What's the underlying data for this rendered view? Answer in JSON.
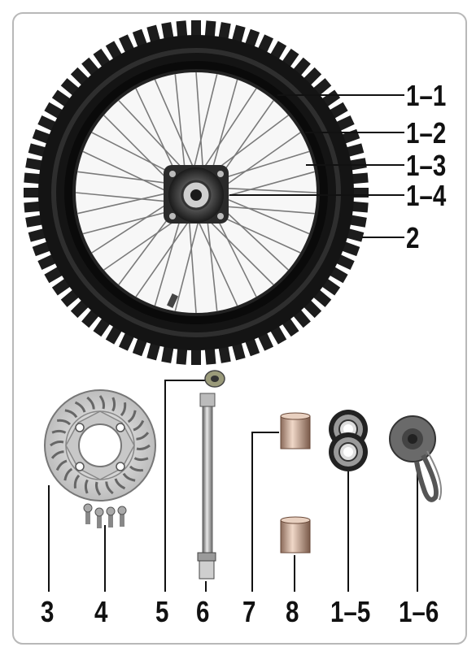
{
  "diagram": {
    "labels": {
      "rim": "1–1",
      "spoke": "1–2",
      "hub_shell": "1–3",
      "hub": "1–4",
      "tire": "2",
      "brake_disc": "3",
      "disc_bolts": "4",
      "axle_nut": "5",
      "axle": "6",
      "spacer_left": "7",
      "spacer_right": "8",
      "bearings": "1–5",
      "rim_tape": "1–6"
    }
  }
}
